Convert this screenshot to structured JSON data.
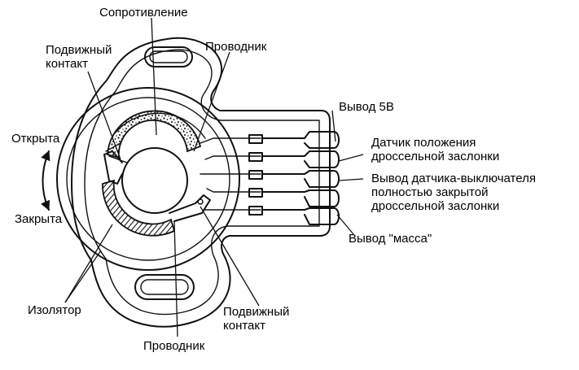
{
  "labels": {
    "resistance": "Сопротивление",
    "moving_contact_top": [
      "Подвижный",
      "контакт"
    ],
    "conductor_top": "Проводник",
    "open": "Открыта",
    "closed": "Закрыта",
    "output_5v": "Вывод 5В",
    "throttle_position_sensor": [
      "Датчик положения",
      "дроссельной заслонки"
    ],
    "idle_switch_output": [
      "Вывод датчика-выключателя",
      "полностью закрытой",
      "дроссельной заслонки"
    ],
    "ground_output": "Вывод \"масса\"",
    "insulator": "Изолятор",
    "moving_contact_bottom": [
      "Подвижный",
      "контакт"
    ],
    "conductor_bottom": "Проводник"
  },
  "colors": {
    "ink": "#111111",
    "background": "#ffffff"
  }
}
